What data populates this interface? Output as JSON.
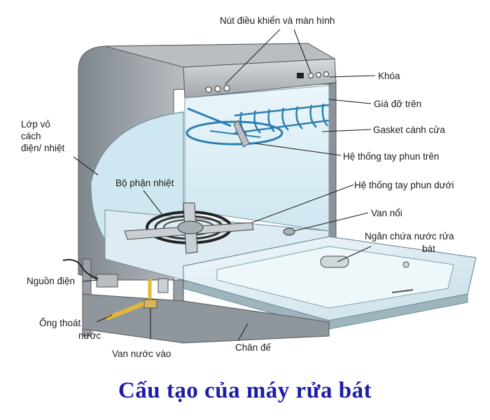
{
  "title": "Cấu tạo của máy rửa bát",
  "labels": {
    "controls": "Nút điều khiển và màn hình",
    "lock": "Khóa",
    "upper_rack": "Giá đỡ trên",
    "door_gasket": "Gasket cánh cửa",
    "upper_spray_arm": "Hệ thống tay phun trên",
    "lower_spray_arm": "Hệ thống tay phun dưới",
    "float_valve": "Van nổi",
    "detergent_1": "Ngăn chứa nước rửa",
    "detergent_2": "bát",
    "insulation_1": "Lớp vỏ",
    "insulation_2": "cách",
    "insulation_3": "điện/ nhiệt",
    "heating_element": "Bộ phận nhiệt",
    "power_source": "Nguồn điện",
    "drain_pipe_1": "Ống thoát",
    "drain_pipe_2": "nước",
    "water_inlet": "Van nước vào",
    "base": "Chân đế"
  },
  "colors": {
    "title": "#1c1ca8",
    "cabinet": "#9aa0a6",
    "interior": "#d8eef6",
    "rack": "#2e7fb0",
    "pipe": "#e2b93b"
  }
}
